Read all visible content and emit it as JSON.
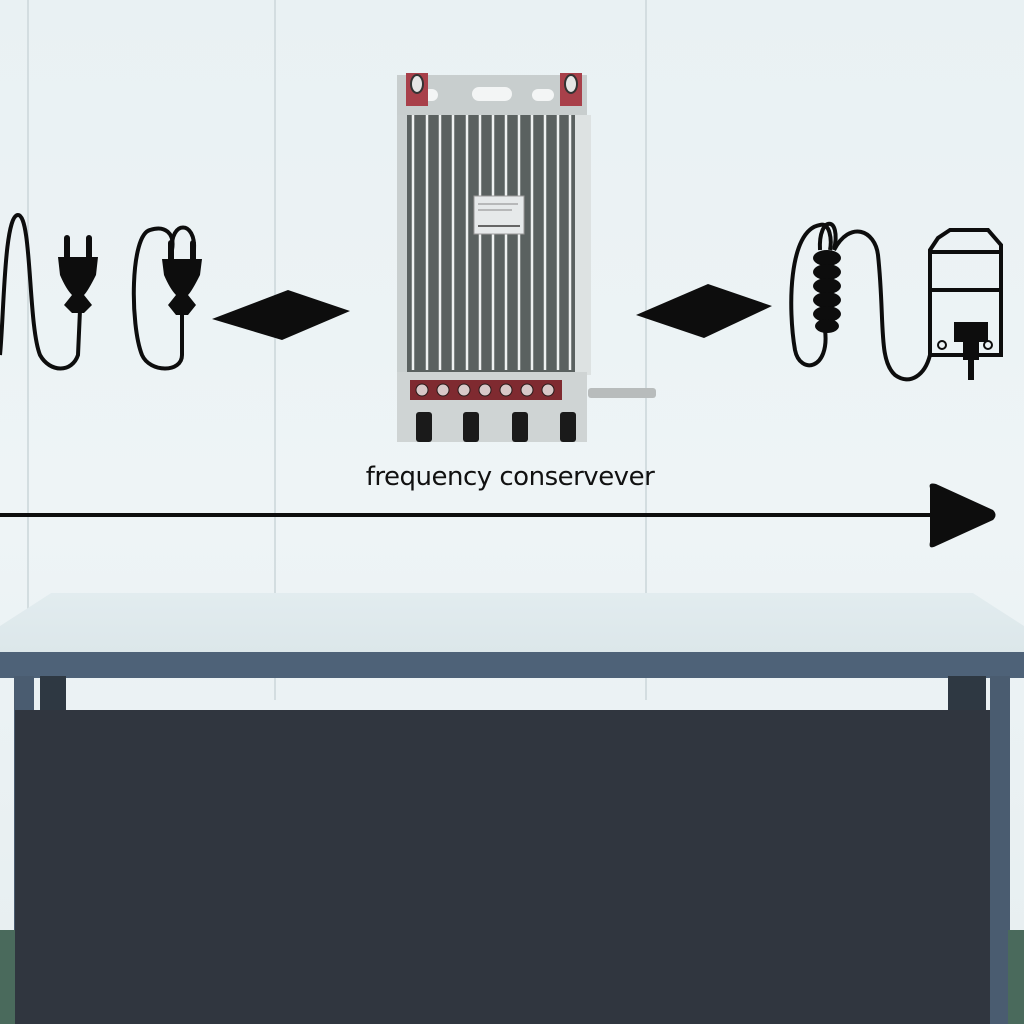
{
  "scene": {
    "caption": "frequency conservever",
    "device": {
      "name": "frequency-converter-unit",
      "terminal_count": 7,
      "cable_gland_count": 4,
      "mounting_bolts": 2
    },
    "flow": {
      "input_symbols": [
        "power-cord-plug-icon",
        "power-cord-plug-icon"
      ],
      "input_arrow": "diamond-arrow-icon",
      "output_arrow": "diamond-arrow-icon",
      "output_symbols": [
        "ribbed-connector-icon",
        "load-device-icon"
      ],
      "direction_arrow": "right-arrow-icon"
    },
    "colors": {
      "wall": "#eaf2f4",
      "ink": "#0d0d0d",
      "device_body": "#c9cfcf",
      "heatsink_dark": "#565d5c",
      "terminal_red": "#8a2a30",
      "bolt_red": "#b0404a",
      "table_top": "#dfe9ec",
      "table_edge": "#4e6278",
      "table_panel": "#30363f",
      "floor": "#4a6a5c"
    }
  }
}
